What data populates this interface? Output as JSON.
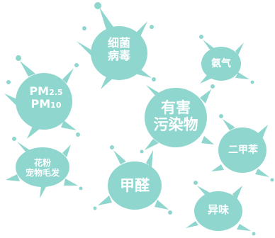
{
  "accent_color": "#8fd6cf",
  "text_color": "#ffffff",
  "center": {
    "line1": "有害",
    "line2": "污染物"
  },
  "bacteria": {
    "line1": "细菌",
    "line2": "病毒"
  },
  "ammonia": {
    "label": "氨气"
  },
  "pm": {
    "line1_main": "PM",
    "line1_sub": "2.5",
    "line2_main": "PM",
    "line2_sub": "10"
  },
  "pollen": {
    "line1": "花粉",
    "line2": "宠物毛发"
  },
  "formaldehyde": {
    "label": "甲醛"
  },
  "xylene": {
    "label": "二甲苯"
  },
  "odor": {
    "label": "异味"
  }
}
